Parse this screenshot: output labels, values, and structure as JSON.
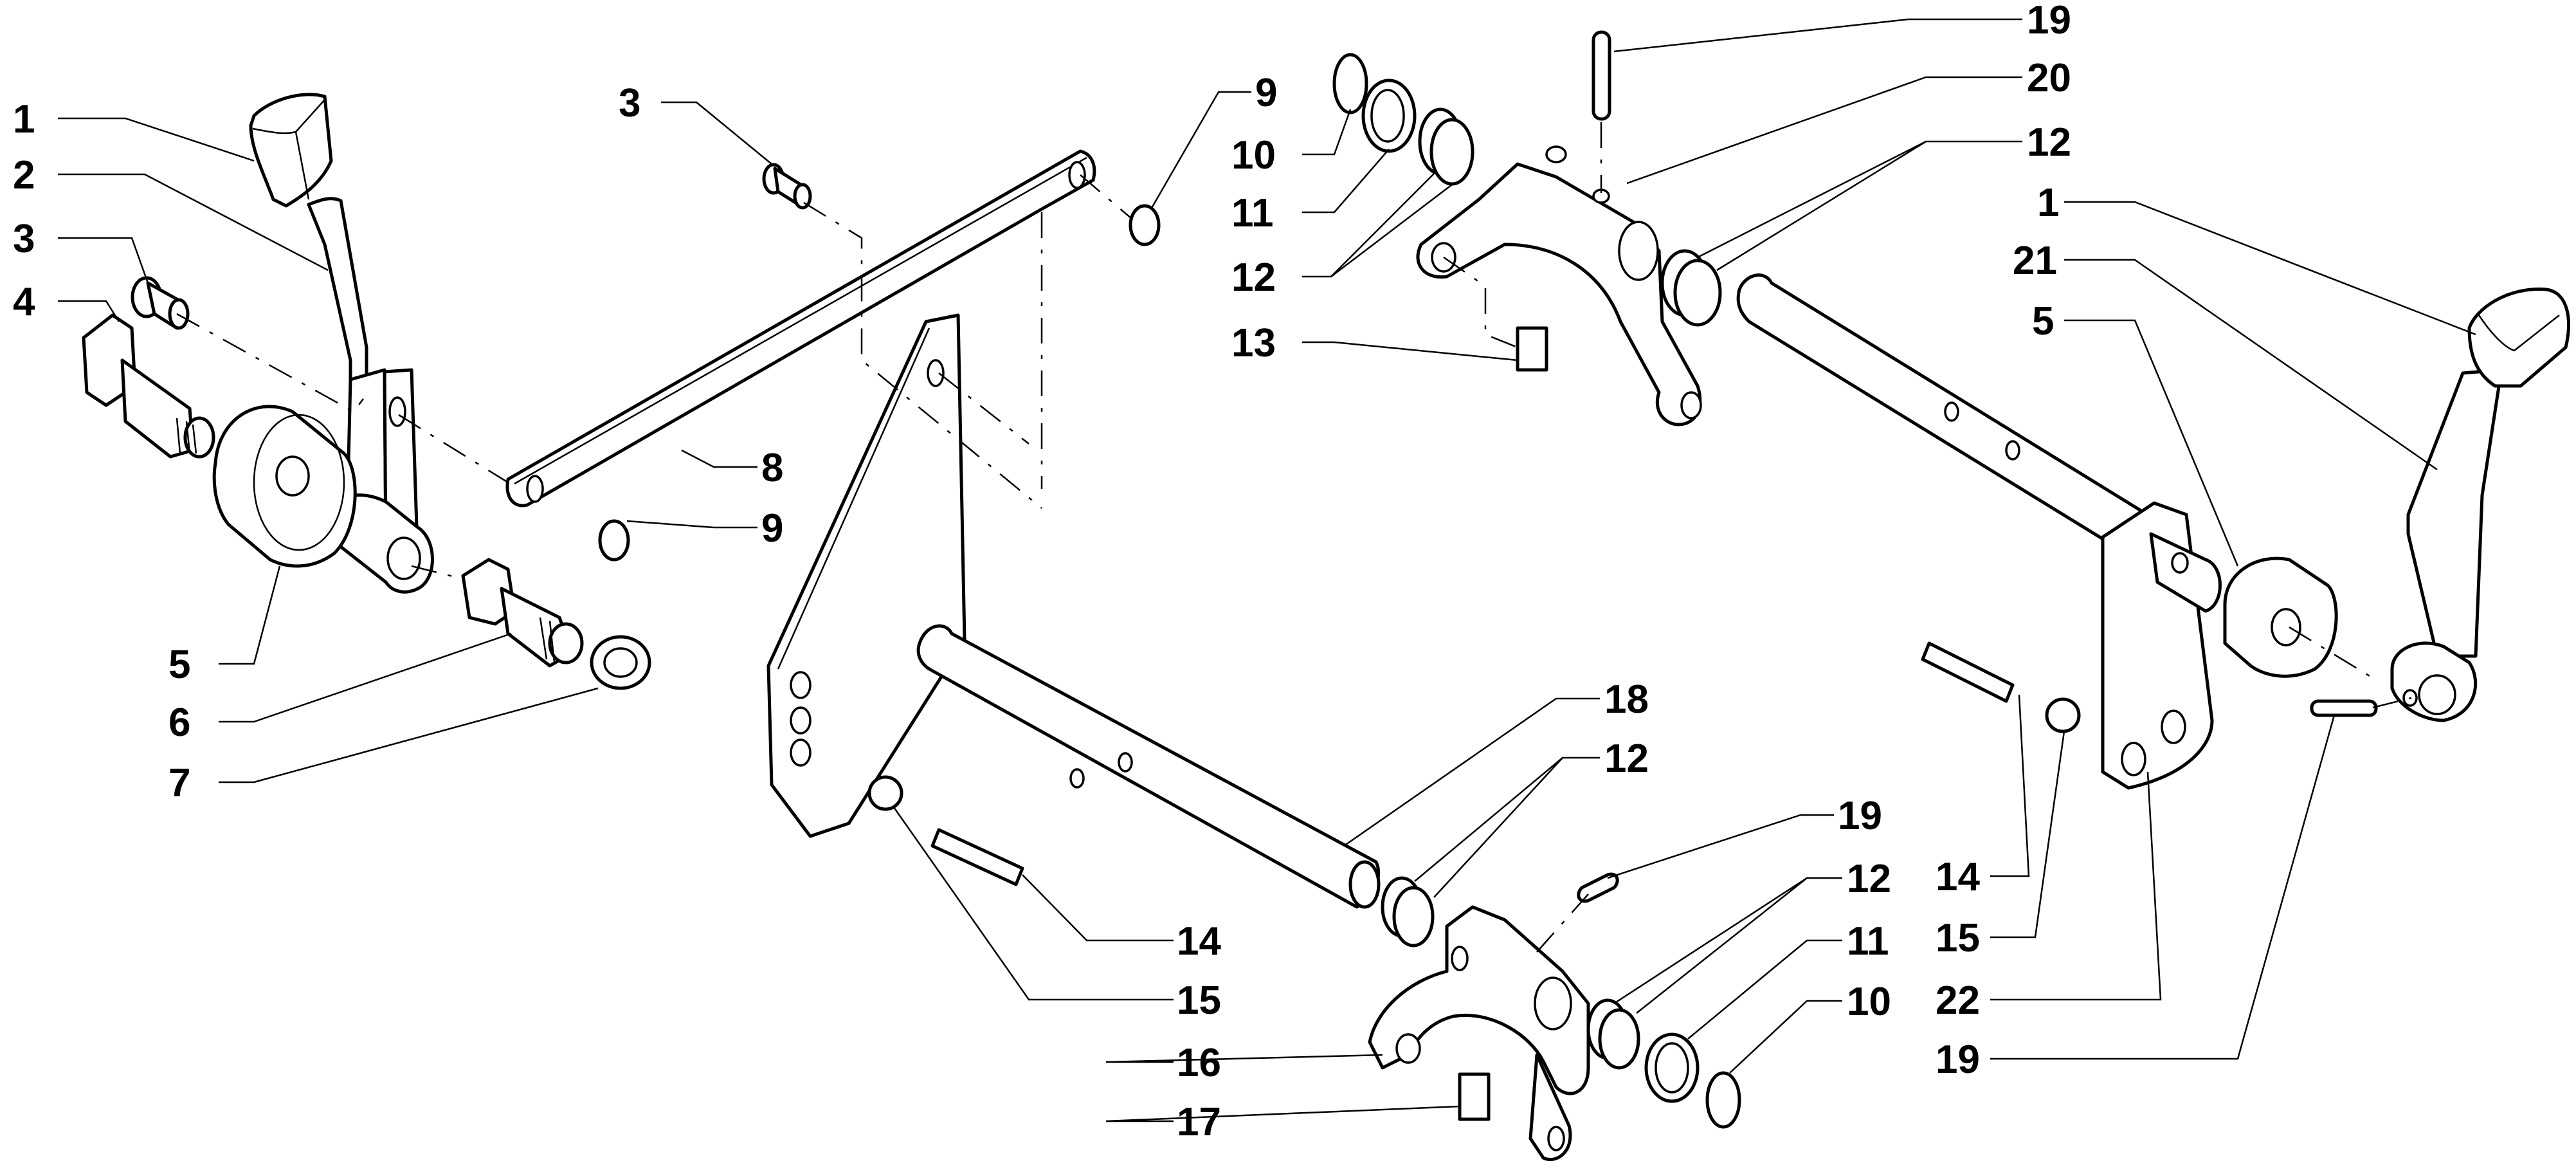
{
  "diagram": {
    "type": "exploded-parts-diagram",
    "subject": "gear shift lever and fork linkage assembly",
    "colors": {
      "line": "#000000",
      "background": "#ffffff"
    },
    "callouts": [
      {
        "id": "c1a",
        "text": "1",
        "part": "lever knob (left)"
      },
      {
        "id": "c2",
        "text": "2",
        "part": "shift lever (left)"
      },
      {
        "id": "c3a",
        "text": "3",
        "part": "pin (left lever)"
      },
      {
        "id": "c4",
        "text": "4",
        "part": "shoulder bolt"
      },
      {
        "id": "c5a",
        "text": "5",
        "part": "spacer bushing (left)"
      },
      {
        "id": "c6",
        "text": "6",
        "part": "hex shoulder bolt"
      },
      {
        "id": "c7",
        "text": "7",
        "part": "lock washer"
      },
      {
        "id": "c3b",
        "text": "3",
        "part": "pin (link rod)"
      },
      {
        "id": "c9a",
        "text": "9",
        "part": "e-clip (upper)"
      },
      {
        "id": "c8",
        "text": "8",
        "part": "link rod"
      },
      {
        "id": "c9b",
        "text": "9",
        "part": "e-clip (lower)"
      },
      {
        "id": "c10a",
        "text": "10",
        "part": "snap ring (upper)"
      },
      {
        "id": "c11a",
        "text": "11",
        "part": "washer (upper)"
      },
      {
        "id": "c12a",
        "text": "12",
        "part": "springs (upper left)"
      },
      {
        "id": "c13",
        "text": "13",
        "part": "shift fork pad (upper)"
      },
      {
        "id": "c19a",
        "text": "19",
        "part": "roll pin (top)"
      },
      {
        "id": "c20",
        "text": "20",
        "part": "shift fork (upper)"
      },
      {
        "id": "c12b",
        "text": "12",
        "part": "springs (upper right)"
      },
      {
        "id": "c1b",
        "text": "1",
        "part": "lever knob (right)"
      },
      {
        "id": "c21",
        "text": "21",
        "part": "shift lever (right)"
      },
      {
        "id": "c5b",
        "text": "5",
        "part": "spacer bushing (right)"
      },
      {
        "id": "c18",
        "text": "18",
        "part": "shift rail (lower)"
      },
      {
        "id": "c12c",
        "text": "12",
        "part": "springs (lower left)"
      },
      {
        "id": "c19b",
        "text": "19",
        "part": "roll pin (lower fork)"
      },
      {
        "id": "c12d",
        "text": "12",
        "part": "springs (lower right)"
      },
      {
        "id": "c11b",
        "text": "11",
        "part": "washer (lower)"
      },
      {
        "id": "c10b",
        "text": "10",
        "part": "snap ring (lower)"
      },
      {
        "id": "c14a",
        "text": "14",
        "part": "detent spring (lower)"
      },
      {
        "id": "c15a",
        "text": "15",
        "part": "detent ball (lower)"
      },
      {
        "id": "c16",
        "text": "16",
        "part": "shift fork (lower)"
      },
      {
        "id": "c17",
        "text": "17",
        "part": "shift fork pad (lower)"
      },
      {
        "id": "c14b",
        "text": "14",
        "part": "detent spring (right)"
      },
      {
        "id": "c15b",
        "text": "15",
        "part": "detent ball (right)"
      },
      {
        "id": "c22",
        "text": "22",
        "part": "selector arm plate"
      },
      {
        "id": "c19c",
        "text": "19",
        "part": "roll pin (right lever)"
      }
    ]
  }
}
